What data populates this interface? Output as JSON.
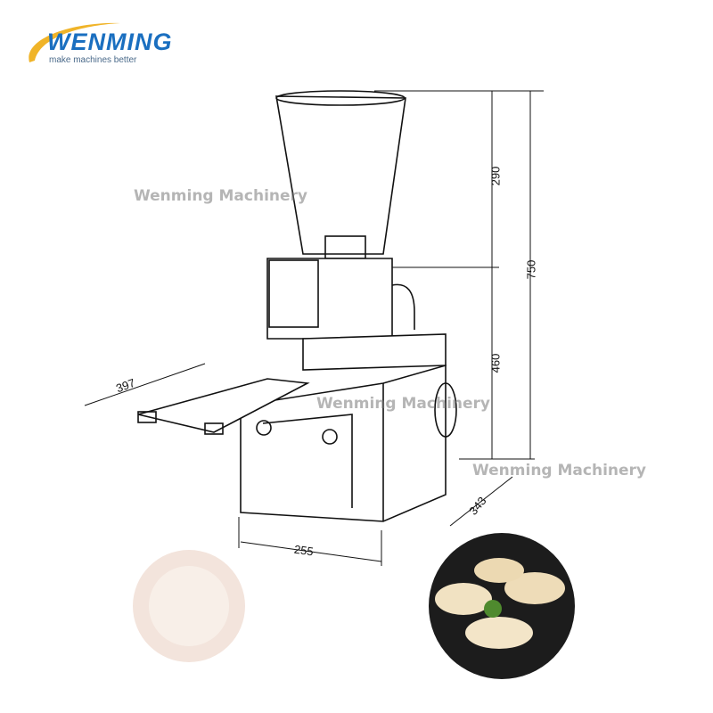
{
  "logo": {
    "name": "WENMING",
    "tagline": "make machines better"
  },
  "watermarks": [
    "Wenming Machinery",
    "Wenming Machinery",
    "Wenming Machinery"
  ],
  "dimensions": {
    "hopper_height": "290",
    "base_height": "460",
    "total_height": "750",
    "depth": "343",
    "width": "255",
    "tray_length": "397"
  },
  "colors": {
    "logo_blue": "#1a6fc0",
    "logo_swoosh": "#f0b429"
  }
}
